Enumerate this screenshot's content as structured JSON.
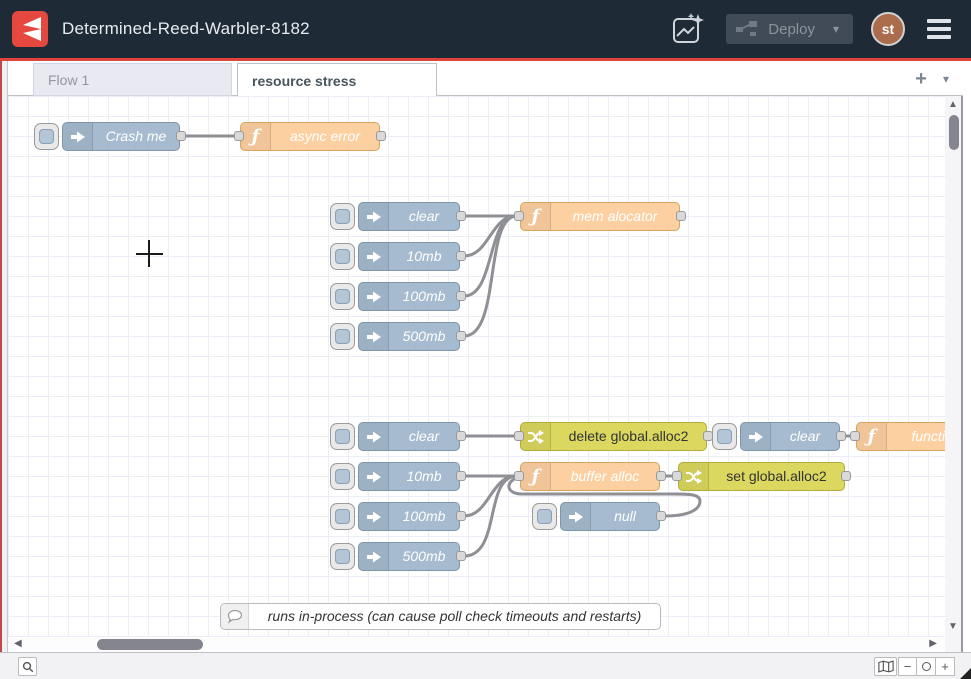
{
  "header": {
    "title": "Determined-Reed-Warbler-8182",
    "deploy": {
      "label": "Deploy",
      "chevron": "▾"
    },
    "avatar": {
      "initials": "st"
    }
  },
  "tabbar": {
    "tabs": [
      {
        "label": "Flow 1",
        "active": false
      },
      {
        "label": "resource stress",
        "active": true
      }
    ],
    "add_label": "+",
    "menu_chevron": "▾"
  },
  "canvas": {
    "nodes": {
      "crash_me": {
        "label": "Crash me",
        "type": "inject"
      },
      "async_error": {
        "label": "async error",
        "type": "function"
      },
      "clear1": {
        "label": "clear",
        "type": "inject"
      },
      "mb10_1": {
        "label": "10mb",
        "type": "inject"
      },
      "mb100_1": {
        "label": "100mb",
        "type": "inject"
      },
      "mb500_1": {
        "label": "500mb",
        "type": "inject"
      },
      "mem_alocator": {
        "label": "mem alocator",
        "type": "function"
      },
      "clear2": {
        "label": "clear",
        "type": "inject"
      },
      "mb10_2": {
        "label": "10mb",
        "type": "inject"
      },
      "mb100_2": {
        "label": "100mb",
        "type": "inject"
      },
      "mb500_2": {
        "label": "500mb",
        "type": "inject"
      },
      "delete_global_alloc2": {
        "label": "delete global.alloc2",
        "type": "change"
      },
      "buffer_alloc": {
        "label": "buffer alloc",
        "type": "function"
      },
      "set_global_alloc2": {
        "label": "set global.alloc2",
        "type": "change"
      },
      "null_inject": {
        "label": "null",
        "type": "inject"
      },
      "clear3": {
        "label": "clear",
        "type": "inject"
      },
      "function2": {
        "label": "function",
        "type": "function"
      },
      "comment": {
        "label": "runs in-process (can cause poll check timeouts and restarts)",
        "type": "comment"
      }
    },
    "function_icon": "ƒ"
  },
  "scrollbars": {
    "up": "▲",
    "down": "▼",
    "left": "◀",
    "right": "▶"
  },
  "footer": {
    "zoom_out": "−",
    "zoom_in": "+"
  },
  "colors": {
    "header_bg": "#1e2a36",
    "accent_red": "#e0433d",
    "inject_node": "#a6bbcf",
    "function_node": "#fdd0a2",
    "change_node": "#dbd75f",
    "comment_node": "#ffffff",
    "wire": "#8f8f96",
    "avatar_bg": "#aa6c4a"
  }
}
